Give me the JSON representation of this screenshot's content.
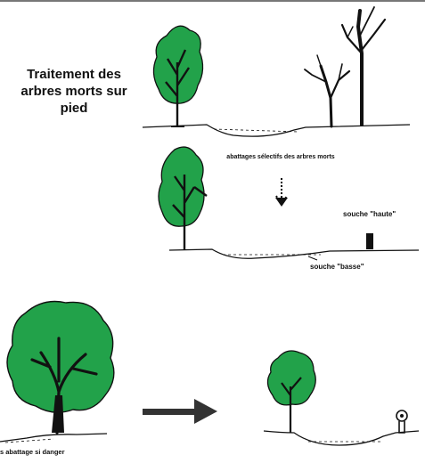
{
  "title": "Traitement des arbres morts sur pied",
  "labels": {
    "selective_felling": "abattages sélectifs des arbres morts",
    "high_stump": "souche \"haute\"",
    "low_stump": "souche \"basse\"",
    "felling_danger": "s abattage si danger"
  },
  "colors": {
    "foliage": "#22a24a",
    "ink": "#111111"
  }
}
